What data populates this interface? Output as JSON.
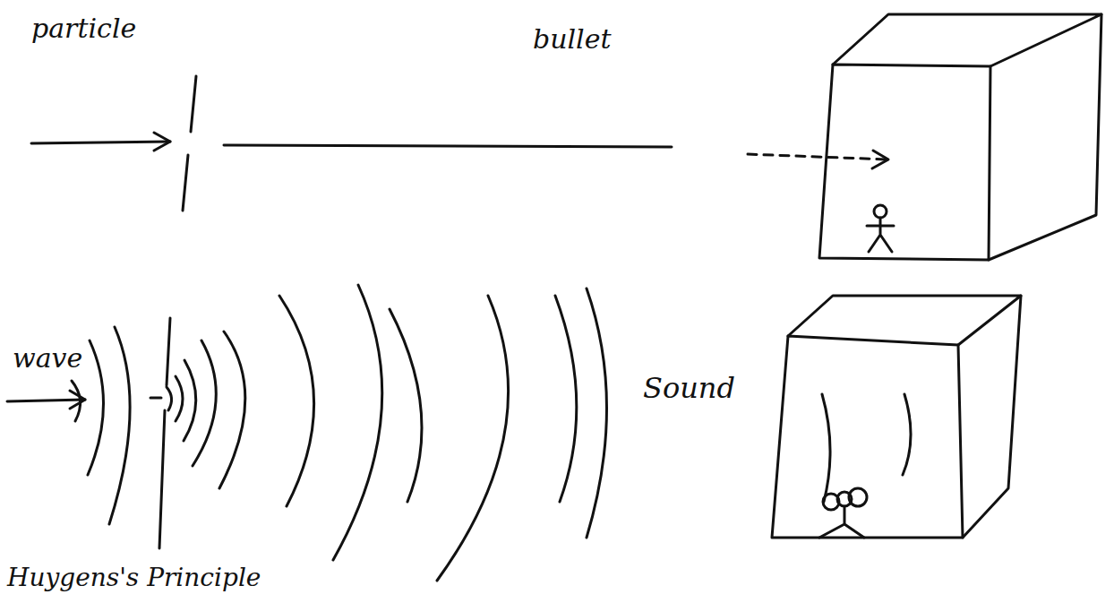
{
  "diagram": {
    "labels": [
      "particle",
      "bullet",
      "wave",
      "Sound",
      "Huygens's Principle"
    ]
  }
}
